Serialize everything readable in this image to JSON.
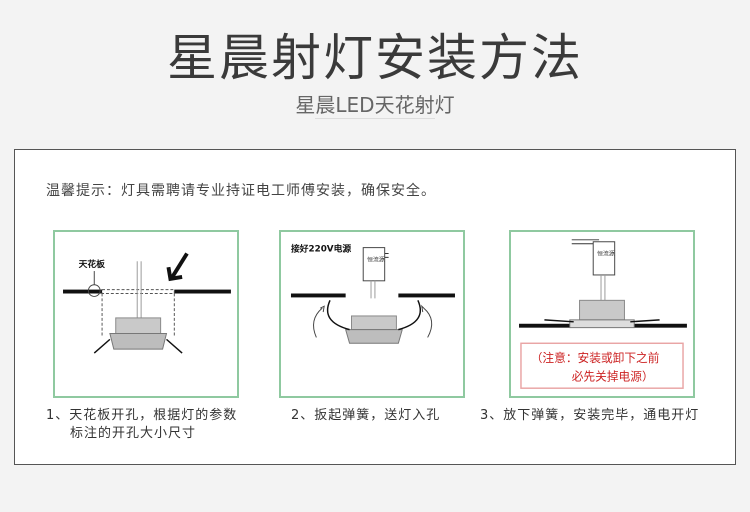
{
  "header": {
    "title": "星晨射灯安装方法",
    "subtitle": "星晨LED天花射灯"
  },
  "notice": "温馨提示：灯具需聘请专业持证电工师傅安装，确保安全。",
  "steps": [
    {
      "caption_line1": "1、天花板开孔，根据灯的参数",
      "caption_line2": "标注的开孔大小尺寸",
      "label": "天花板"
    },
    {
      "caption_line1": "2、扳起弹簧，送灯入孔",
      "label": "接好220V电源",
      "driver_text": "恒流源"
    },
    {
      "caption_line1": "3、放下弹簧，安装完毕，通电开灯",
      "driver_text": "恒流源",
      "warning_line1": "（注意：安装或卸下之前",
      "warning_line2": "必先关掉电源）"
    }
  ],
  "colors": {
    "card_border": "#8fc9a0",
    "warning_red": "#cc2222",
    "warning_box": "#e9a5a5"
  }
}
